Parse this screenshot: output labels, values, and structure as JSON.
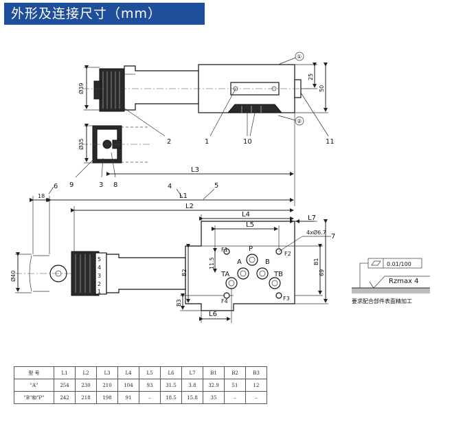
{
  "title": "外形及连接尺寸（mm）",
  "callouts": {
    "c1": "①",
    "c2": "②",
    "n1": "1",
    "n2": "2",
    "n3": "3",
    "n4": "4",
    "n5": "5",
    "n6": "6",
    "n7": "7",
    "n8": "8",
    "n9": "9",
    "n10": "10",
    "n11": "11"
  },
  "dims": {
    "phi39": "Ø39",
    "phi35": "Ø35",
    "phi40": "Ø40",
    "d25": "25",
    "d50": "50",
    "d18": "18",
    "d11_5": "11.5",
    "d69": "69",
    "L1": "L1",
    "L2": "L2",
    "L3": "L3",
    "L4": "L4",
    "L5": "L5",
    "L6": "L6",
    "L7": "L7",
    "B1": "B1",
    "B2": "B2",
    "B3": "B3",
    "holes": "4xØ6.7"
  },
  "ports": {
    "P": "P",
    "A": "A",
    "B": "B",
    "TA": "TA",
    "TB": "TB",
    "F1": "F1",
    "F2": "F2",
    "F3": "F3",
    "F4": "F4"
  },
  "surface": {
    "flatness": "0.01/100",
    "roughness": "Rzmax 4",
    "note": "要求配合部件表面精加工"
  },
  "table": {
    "headers": [
      "型  号",
      "L1",
      "L2",
      "L3",
      "L4",
      "L5",
      "L6",
      "L7",
      "B1",
      "B2",
      "B3"
    ],
    "rows": [
      [
        "\"A\"",
        "254",
        "230",
        "210",
        "104",
        "93",
        "31.5",
        "3.8",
        "32.9",
        "51",
        "12"
      ],
      [
        "\"B\"和\"P\"",
        "242",
        "218",
        "198",
        "91",
        "–",
        "18.5",
        "15.8",
        "35",
        "–",
        "–"
      ]
    ]
  }
}
